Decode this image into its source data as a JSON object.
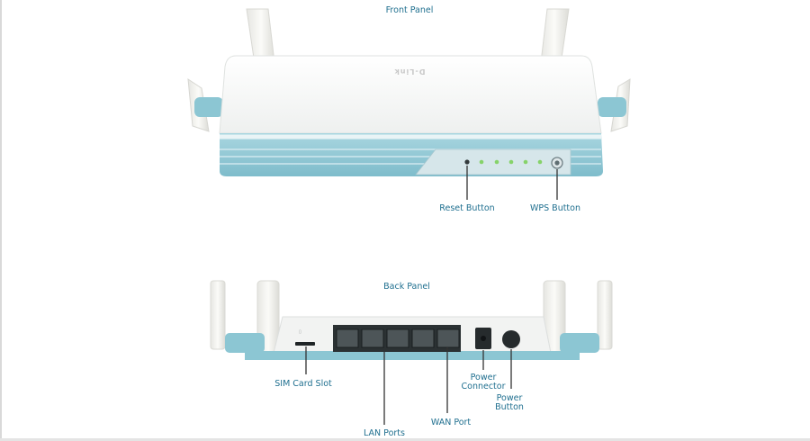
{
  "front_panel": {
    "title": "Front Panel",
    "brand": "D-Link",
    "callouts": {
      "reset_button": "Reset Button",
      "wps_button": "WPS Button"
    }
  },
  "back_panel": {
    "title": "Back Panel",
    "callouts": {
      "sim_card_slot": "SIM Card Slot",
      "lan_ports": "LAN Ports",
      "wan_port": "WAN Port",
      "power_connector_line1": "Power",
      "power_connector_line2": "Connector",
      "power_button_line1": "Power",
      "power_button_line2": "Button"
    }
  },
  "colors": {
    "accent_text": "#1f6f8f",
    "router_body": "#f5f6f5",
    "router_trim": "#8cc6d3",
    "led": "#86d36a"
  }
}
